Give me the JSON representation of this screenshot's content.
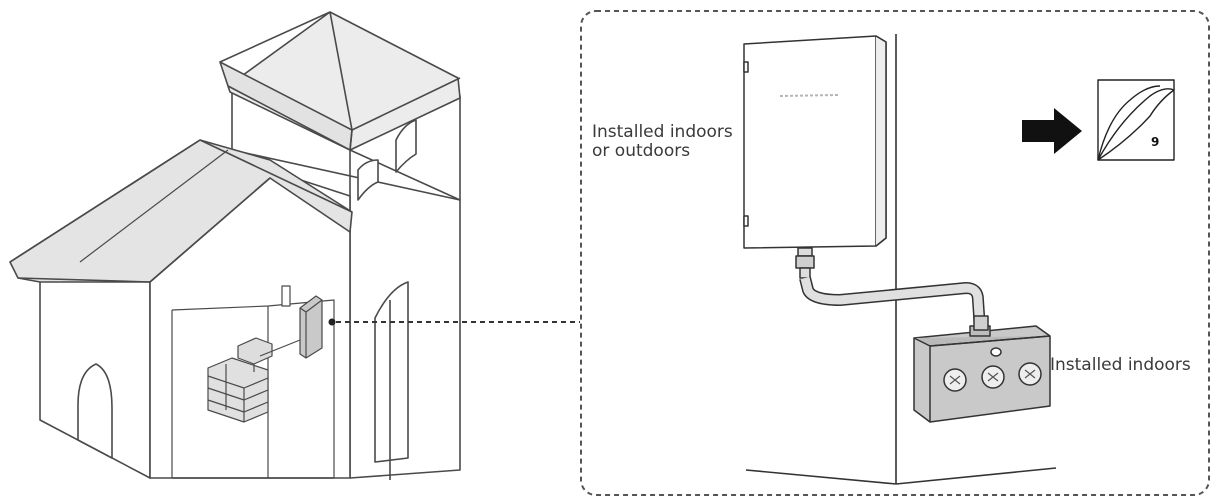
{
  "labels": {
    "indoor_outdoor_line1": "Installed indoors",
    "indoor_outdoor_line2": "or outdoors",
    "indoors": "Installed indoors"
  },
  "page_reference": {
    "number": "9"
  },
  "icons": {
    "house": "house-illustration",
    "wall_unit": "wall-mounted-enclosure",
    "transfer_switch": "transfer-switch-box",
    "arrow": "right-arrow-icon",
    "page": "page-turn-icon"
  },
  "colors": {
    "outline": "#4a4a4a",
    "roof_fill": "#e6e6e6",
    "box_fill": "#c4c4c4",
    "conduit": "#d9d9d9",
    "callout_border": "#555555"
  }
}
